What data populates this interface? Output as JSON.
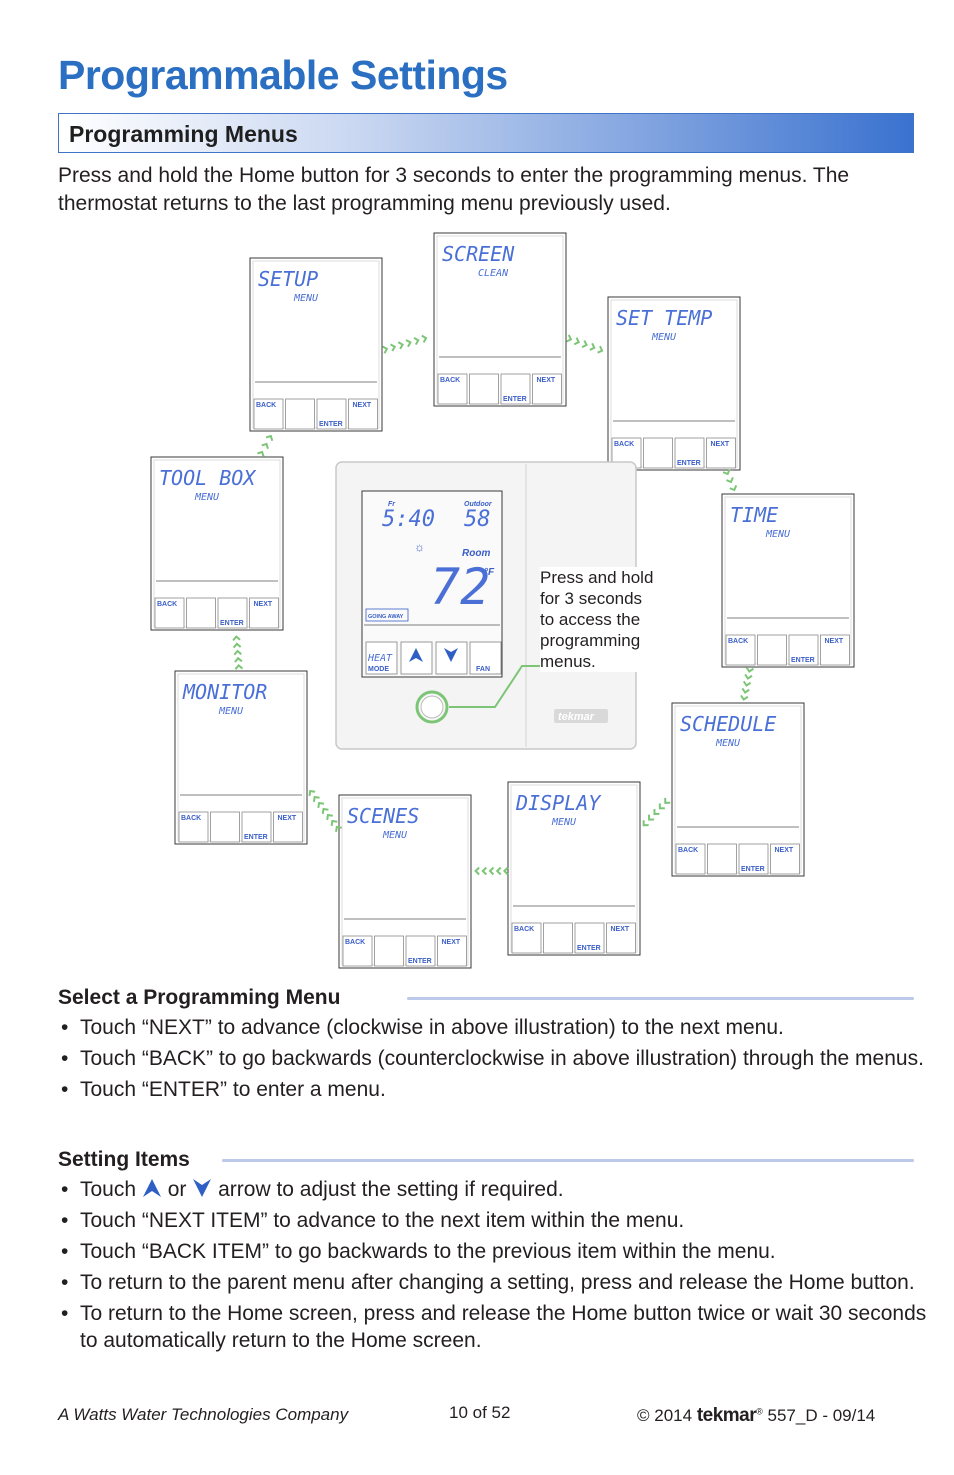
{
  "title": "Programmable Settings",
  "section": "Programming Menus",
  "intro": "Press and hold the Home button for 3 seconds to enter the programming menus. The thermostat returns to the last programming menu previously used.",
  "menus": [
    {
      "line1": "SETUP",
      "line2": "MENU"
    },
    {
      "line1": "SCREEN",
      "line2": "CLEAN"
    },
    {
      "line1": "SET TEMP",
      "line2": "MENU"
    },
    {
      "line1": "TIME",
      "line2": "MENU"
    },
    {
      "line1": "SCHEDULE",
      "line2": "MENU"
    },
    {
      "line1": "DISPLAY",
      "line2": "MENU"
    },
    {
      "line1": "SCENES",
      "line2": "MENU"
    },
    {
      "line1": "MONITOR",
      "line2": "MENU"
    },
    {
      "line1": "TOOL BOX",
      "line2": "MENU"
    }
  ],
  "buttons": {
    "back": "BACK",
    "enter": "ENTER",
    "next": "NEXT"
  },
  "thermostat": {
    "time": "5:40",
    "day": "Fr",
    "outdoor_label": "Outdoor",
    "outdoor_temp": "58",
    "room_label": "Room",
    "room_temp": "72",
    "unit": "°F",
    "going_away": "GOING AWAY",
    "heat": "HEAT",
    "mode": "MODE",
    "fan": "FAN",
    "brand": "tekmar"
  },
  "callout": "Press and hold for 3 seconds to access the programming menus.",
  "select_heading": "Select a Programming Menu",
  "select_bullets": [
    "Touch “NEXT” to advance (clockwise in above illustration) to the next menu.",
    "Touch “BACK” to go backwards (counterclockwise in above illustration) through the menus.",
    "Touch “ENTER” to enter a menu."
  ],
  "setting_heading": "Setting Items",
  "setting_first": {
    "pre": "Touch",
    "mid": "or",
    "post": "arrow to adjust the setting if required."
  },
  "setting_bullets": [
    "Touch “NEXT ITEM” to advance to the next item within the menu.",
    "Touch “BACK ITEM” to go backwards to the previous item within the menu.",
    "To return to the parent menu after changing a setting, press and release the Home button.",
    "To return to the Home screen, press and release the Home button twice or wait 30 seconds to automatically return to the Home screen."
  ],
  "footer": {
    "company": "A Watts Water Technologies Company",
    "page": "10 of 52",
    "copyright": "© 2014",
    "brand": "tekmar",
    "reg": "®",
    "doc": "557_D - 09/14"
  },
  "colors": {
    "title": "#2a6fc1",
    "lcd": "#4a6fd6",
    "chevron": "#7cc576",
    "rule": "#bcc9ea"
  }
}
